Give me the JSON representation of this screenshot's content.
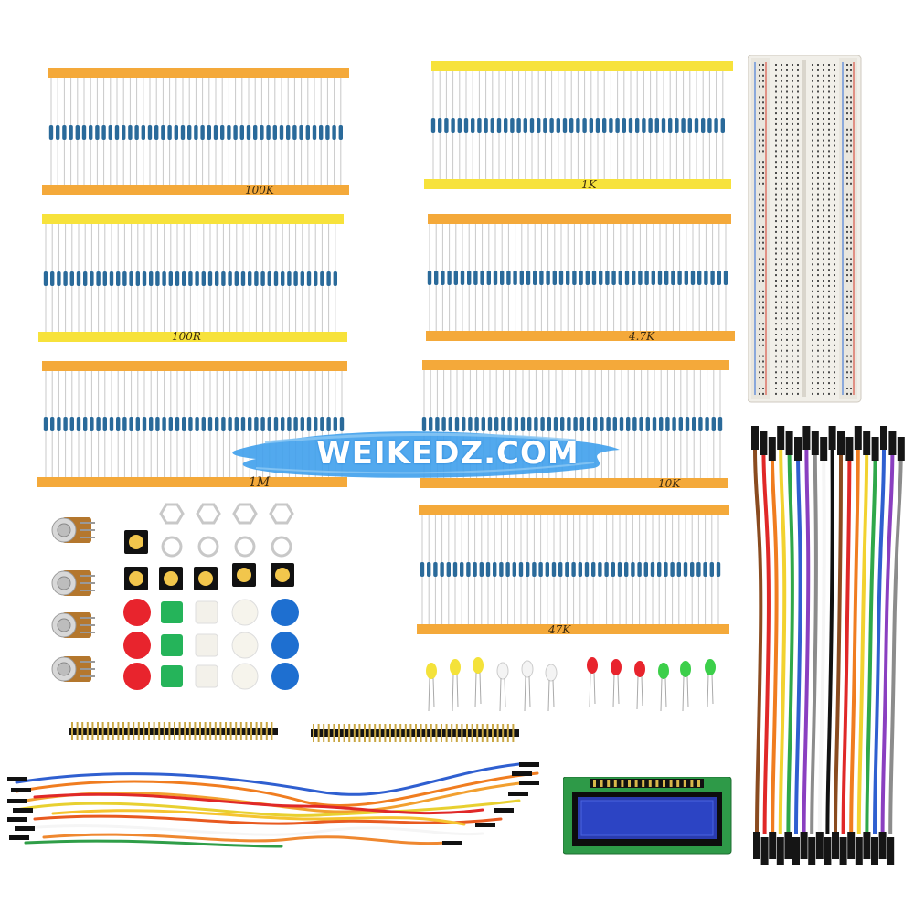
{
  "watermark": {
    "text": "WEIKEDZ.COM"
  },
  "resistor_packs": [
    {
      "label": "100K",
      "tape": "orange"
    },
    {
      "label": "1K",
      "tape": "yellow"
    },
    {
      "label": "100R",
      "tape": "yellow"
    },
    {
      "label": "4.7K",
      "tape": "orange"
    },
    {
      "label": "1M",
      "tape": "orange"
    },
    {
      "label": "10K",
      "tape": "orange"
    },
    {
      "label": "47K",
      "tape": "orange"
    }
  ],
  "colors": {
    "resistor_body": "#2a6a9a",
    "orange_tape": "#f4a93a",
    "yellow_tape": "#f7e23b",
    "watermark_blue": "#3fa0ec"
  }
}
